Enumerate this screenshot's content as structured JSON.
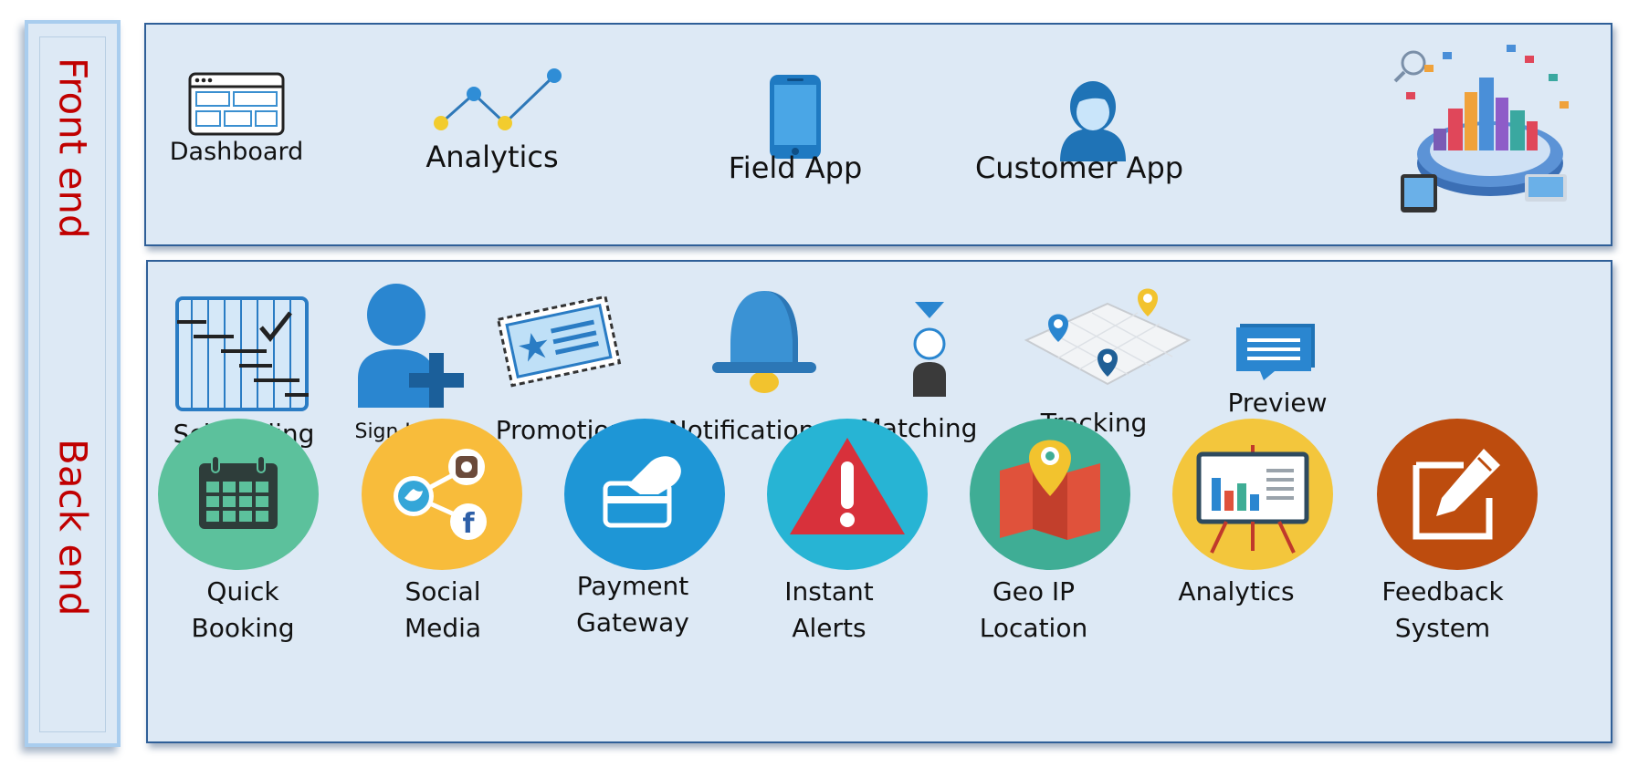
{
  "side": {
    "front_label": "Front end",
    "back_label": "Back end"
  },
  "front_end": {
    "items": [
      {
        "label": "Dashboard",
        "icon": "dashboard-window-icon"
      },
      {
        "label": "Analytics",
        "icon": "line-chart-icon"
      },
      {
        "label": "Field App",
        "icon": "smartphone-icon"
      },
      {
        "label": "Customer App",
        "icon": "user-icon"
      }
    ],
    "illustration": "smart-city-illustration"
  },
  "back_end": {
    "row1": [
      {
        "label": "Scheduling",
        "icon": "gantt-schedule-icon"
      },
      {
        "label": "Sign Up",
        "icon": "add-user-icon"
      },
      {
        "label": "Promotion",
        "icon": "promo-ticket-icon"
      },
      {
        "label": "Notification",
        "icon": "bell-icon"
      },
      {
        "label": "Matching",
        "icon": "matching-icon"
      },
      {
        "label": "Tracking",
        "icon": "map-pins-icon"
      },
      {
        "label": "Preview",
        "icon": "chat-bubble-icon"
      }
    ],
    "row2": [
      {
        "line1": "Quick",
        "line2": "Booking",
        "icon": "calendar-icon",
        "color": "#5cc19c"
      },
      {
        "line1": "Social",
        "line2": "Media",
        "icon": "social-share-icon",
        "color": "#f8bc3b"
      },
      {
        "line1": "Payment",
        "line2": "Gateway",
        "icon": "card-payment-icon",
        "color": "#1e96d6"
      },
      {
        "line1": "Instant",
        "line2": "Alerts",
        "icon": "warning-icon",
        "color": "#27b4d4"
      },
      {
        "line1": "Geo IP",
        "line2": "Location",
        "icon": "map-location-icon",
        "color": "#3fad95"
      },
      {
        "line1": "",
        "line2": "Analytics",
        "icon": "presentation-chart-icon",
        "color": "#f3c63c"
      },
      {
        "line1": "Feedback",
        "line2": "System",
        "icon": "edit-document-icon",
        "color": "#bd4c0e"
      }
    ]
  }
}
